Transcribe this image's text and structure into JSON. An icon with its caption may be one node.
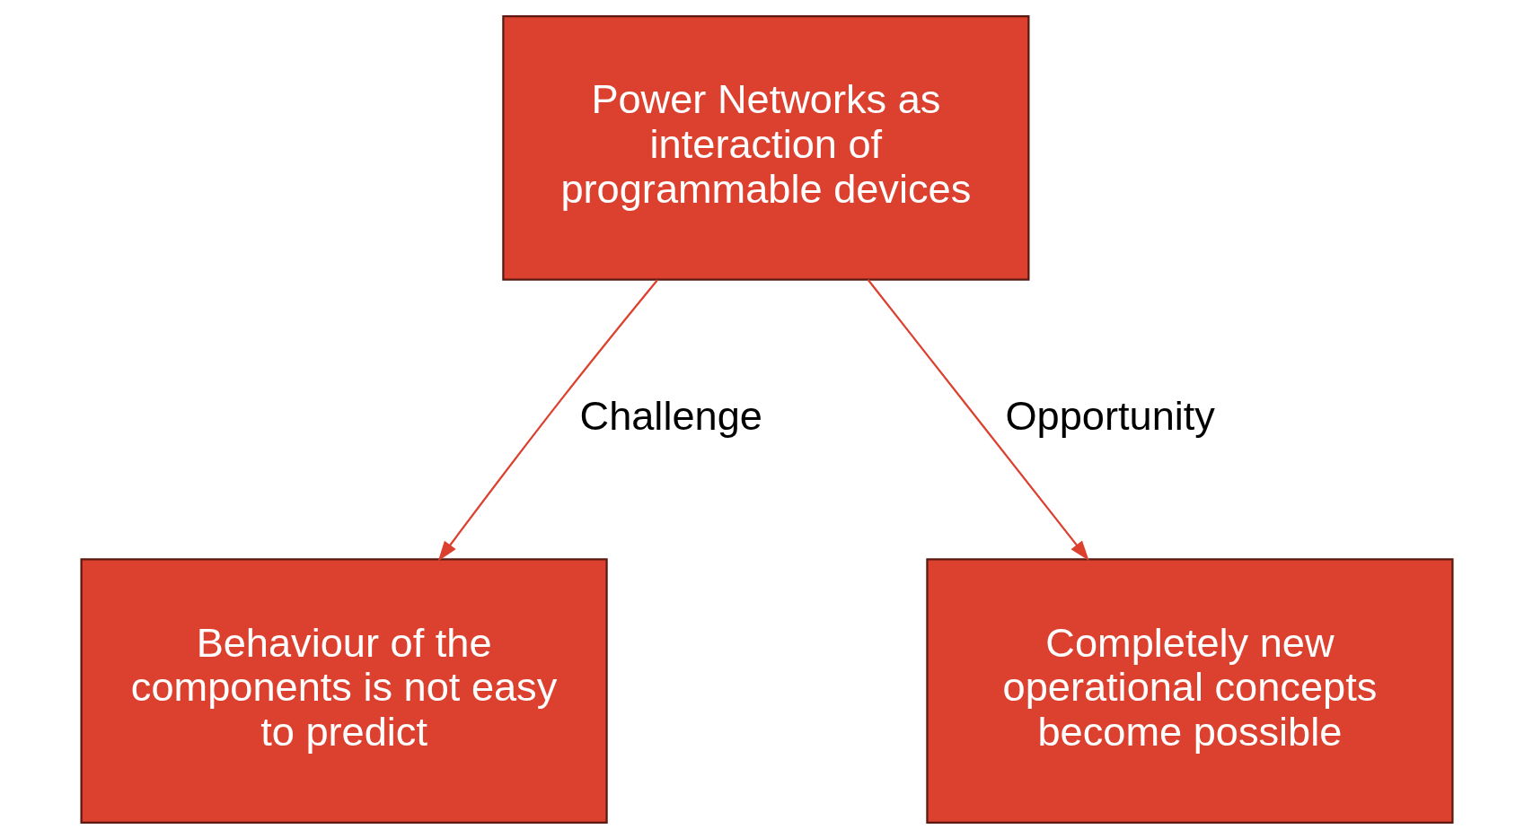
{
  "diagram": {
    "nodes": [
      {
        "text": [
          "Power Networks as interaction of programmable devices"
        ]
      },
      {
        "text": [
          "Behaviour of the components is not easy to predict"
        ]
      },
      {
        "text": [
          "Completely new operational concepts become possible"
        ]
      }
    ],
    "edges": [
      {
        "from": 0,
        "to": 1,
        "arrow": "to",
        "label": "Challenge"
      },
      {
        "from": 0,
        "to": 2,
        "arrow": "to",
        "label": "Opportunity"
      }
    ]
  }
}
